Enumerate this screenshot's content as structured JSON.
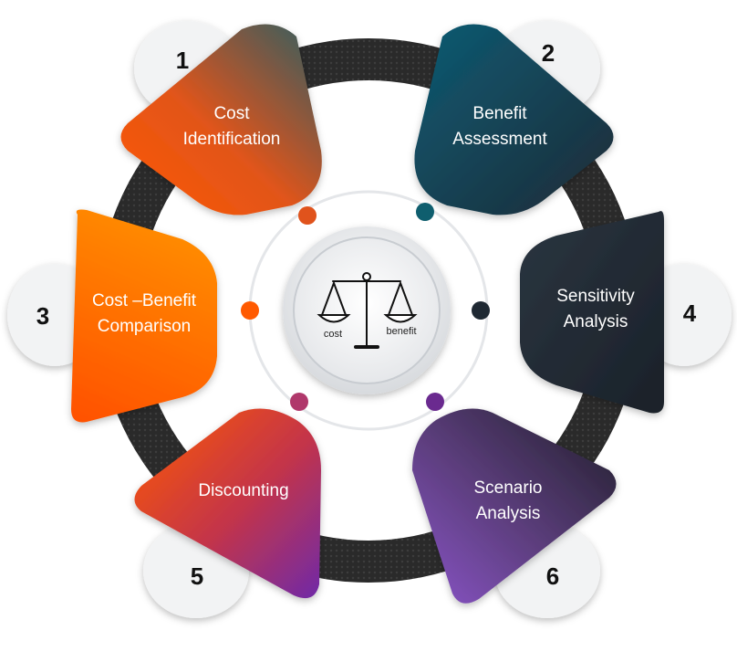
{
  "center": {
    "left_label": "cost",
    "right_label": "benefit"
  },
  "steps": [
    {
      "number": "1",
      "line1": "Cost",
      "line2": "Identification"
    },
    {
      "number": "2",
      "line1": "Benefit",
      "line2": "Assessment"
    },
    {
      "number": "3",
      "line1": "Cost –Benefit",
      "line2": "Comparison"
    },
    {
      "number": "4",
      "line1": "Sensitivity",
      "line2": "Analysis"
    },
    {
      "number": "5",
      "line1": "Discounting",
      "line2": ""
    },
    {
      "number": "6",
      "line1": "Scenario",
      "line2": "Analysis"
    }
  ],
  "colors": {
    "step1": [
      "#ff5a00",
      "#2f5d62"
    ],
    "step2": [
      "#0d5b73",
      "#1e2a36"
    ],
    "step3": [
      "#ff5a00",
      "#ff8c00"
    ],
    "step4": [
      "#1f2933",
      "#2b3540"
    ],
    "step5": [
      "#ff5a00",
      "#7a2aa8"
    ],
    "step6": [
      "#8a4fc7",
      "#1e1e2a"
    ],
    "ring_dark": "#2d2d2d",
    "dot1": "#e0531c",
    "dot2": "#0f5e6e",
    "dot3": "#ff5a00",
    "dot4": "#1f2933",
    "dot5": "#b0386b",
    "dot6": "#6a2a8f"
  }
}
